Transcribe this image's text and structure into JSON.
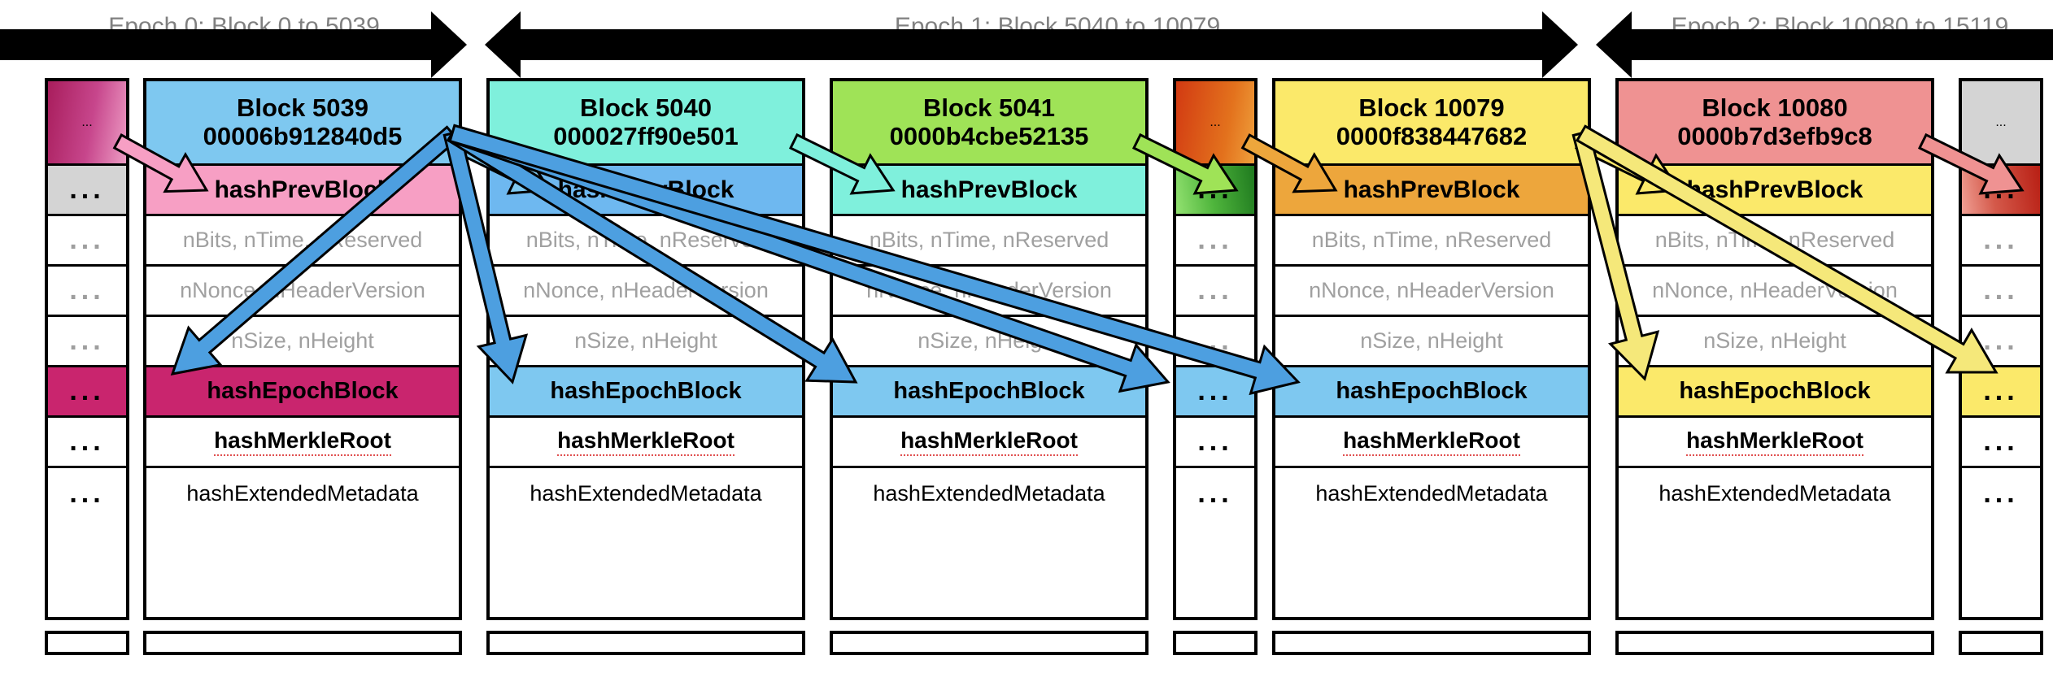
{
  "epochs": [
    {
      "label": "Epoch 0: Block 0 to 5039"
    },
    {
      "label": "Epoch 1: Block 5040 to 10079"
    },
    {
      "label": "Epoch 2: Block 10080 to 15119"
    }
  ],
  "labels": {
    "hash_prev_block": "hashPrevBlock",
    "meta_row1": "nBits, nTime, nReserved",
    "meta_row2": "nNonce, nHeaderVersion",
    "meta_row3": "nSize, nHeight",
    "hash_epoch_block": "hashEpochBlock",
    "hash_merkle_root": "hashMerkleRoot",
    "hash_extended_metadata": "hashExtendedMetadata",
    "ellipsis": "..."
  },
  "blocks": [
    {
      "kind": "ellipsis",
      "name": "ellipsis-column-left",
      "title": "...",
      "hash": "",
      "header_color": "#a81d5c",
      "prev_color": "#d4d4d4",
      "epoch_color": "#c9256e"
    },
    {
      "kind": "block",
      "name": "block-5039",
      "title": "Block 5039",
      "hash": "00006b912840d5",
      "header_color": "#7ec8f0",
      "prev_color": "#f79fc4",
      "epoch_color": "#c9256e"
    },
    {
      "kind": "block",
      "name": "block-5040",
      "title": "Block 5040",
      "hash": "000027ff90e501",
      "header_color": "#7ff0dc",
      "prev_color": "#6eb8f0",
      "epoch_color": "#7ec8f0"
    },
    {
      "kind": "block",
      "name": "block-5041",
      "title": "Block 5041",
      "hash": "0000b4cbe52135",
      "header_color": "#9fe357",
      "prev_color": "#7ff0dc",
      "epoch_color": "#7ec8f0"
    },
    {
      "kind": "ellipsis",
      "name": "ellipsis-column-middle",
      "title": "...",
      "hash": "",
      "header_color": "#d33a12",
      "prev_color": "#4fb53c",
      "epoch_color": "#7ec8f0"
    },
    {
      "kind": "block",
      "name": "block-10079",
      "title": "Block 10079",
      "hash": "0000f838447682",
      "header_color": "#fbe96a",
      "prev_color": "#eda63c",
      "epoch_color": "#7ec8f0"
    },
    {
      "kind": "block",
      "name": "block-10080",
      "title": "Block 10080",
      "hash": "0000b7d3efb9c8",
      "header_color": "#ef9292",
      "prev_color": "#fbe96a",
      "epoch_color": "#fbe96a"
    },
    {
      "kind": "ellipsis",
      "name": "ellipsis-column-right",
      "title": "...",
      "hash": "",
      "header_color": "#d4d4d4",
      "prev_color": "#b81f14",
      "epoch_color": "#fbe96a"
    }
  ],
  "arrow_colors": {
    "prev_5039": "#f79fc4",
    "prev_5040": "#7ec8f0",
    "prev_5041": "#7ff0dc",
    "prev_middle": "#9fe357",
    "prev_10079": "#eda63c",
    "prev_10080": "#fbe96a",
    "prev_right": "#ef9292",
    "epoch_blue": "#4d9fe0",
    "epoch_yellow": "#f5e87a"
  }
}
